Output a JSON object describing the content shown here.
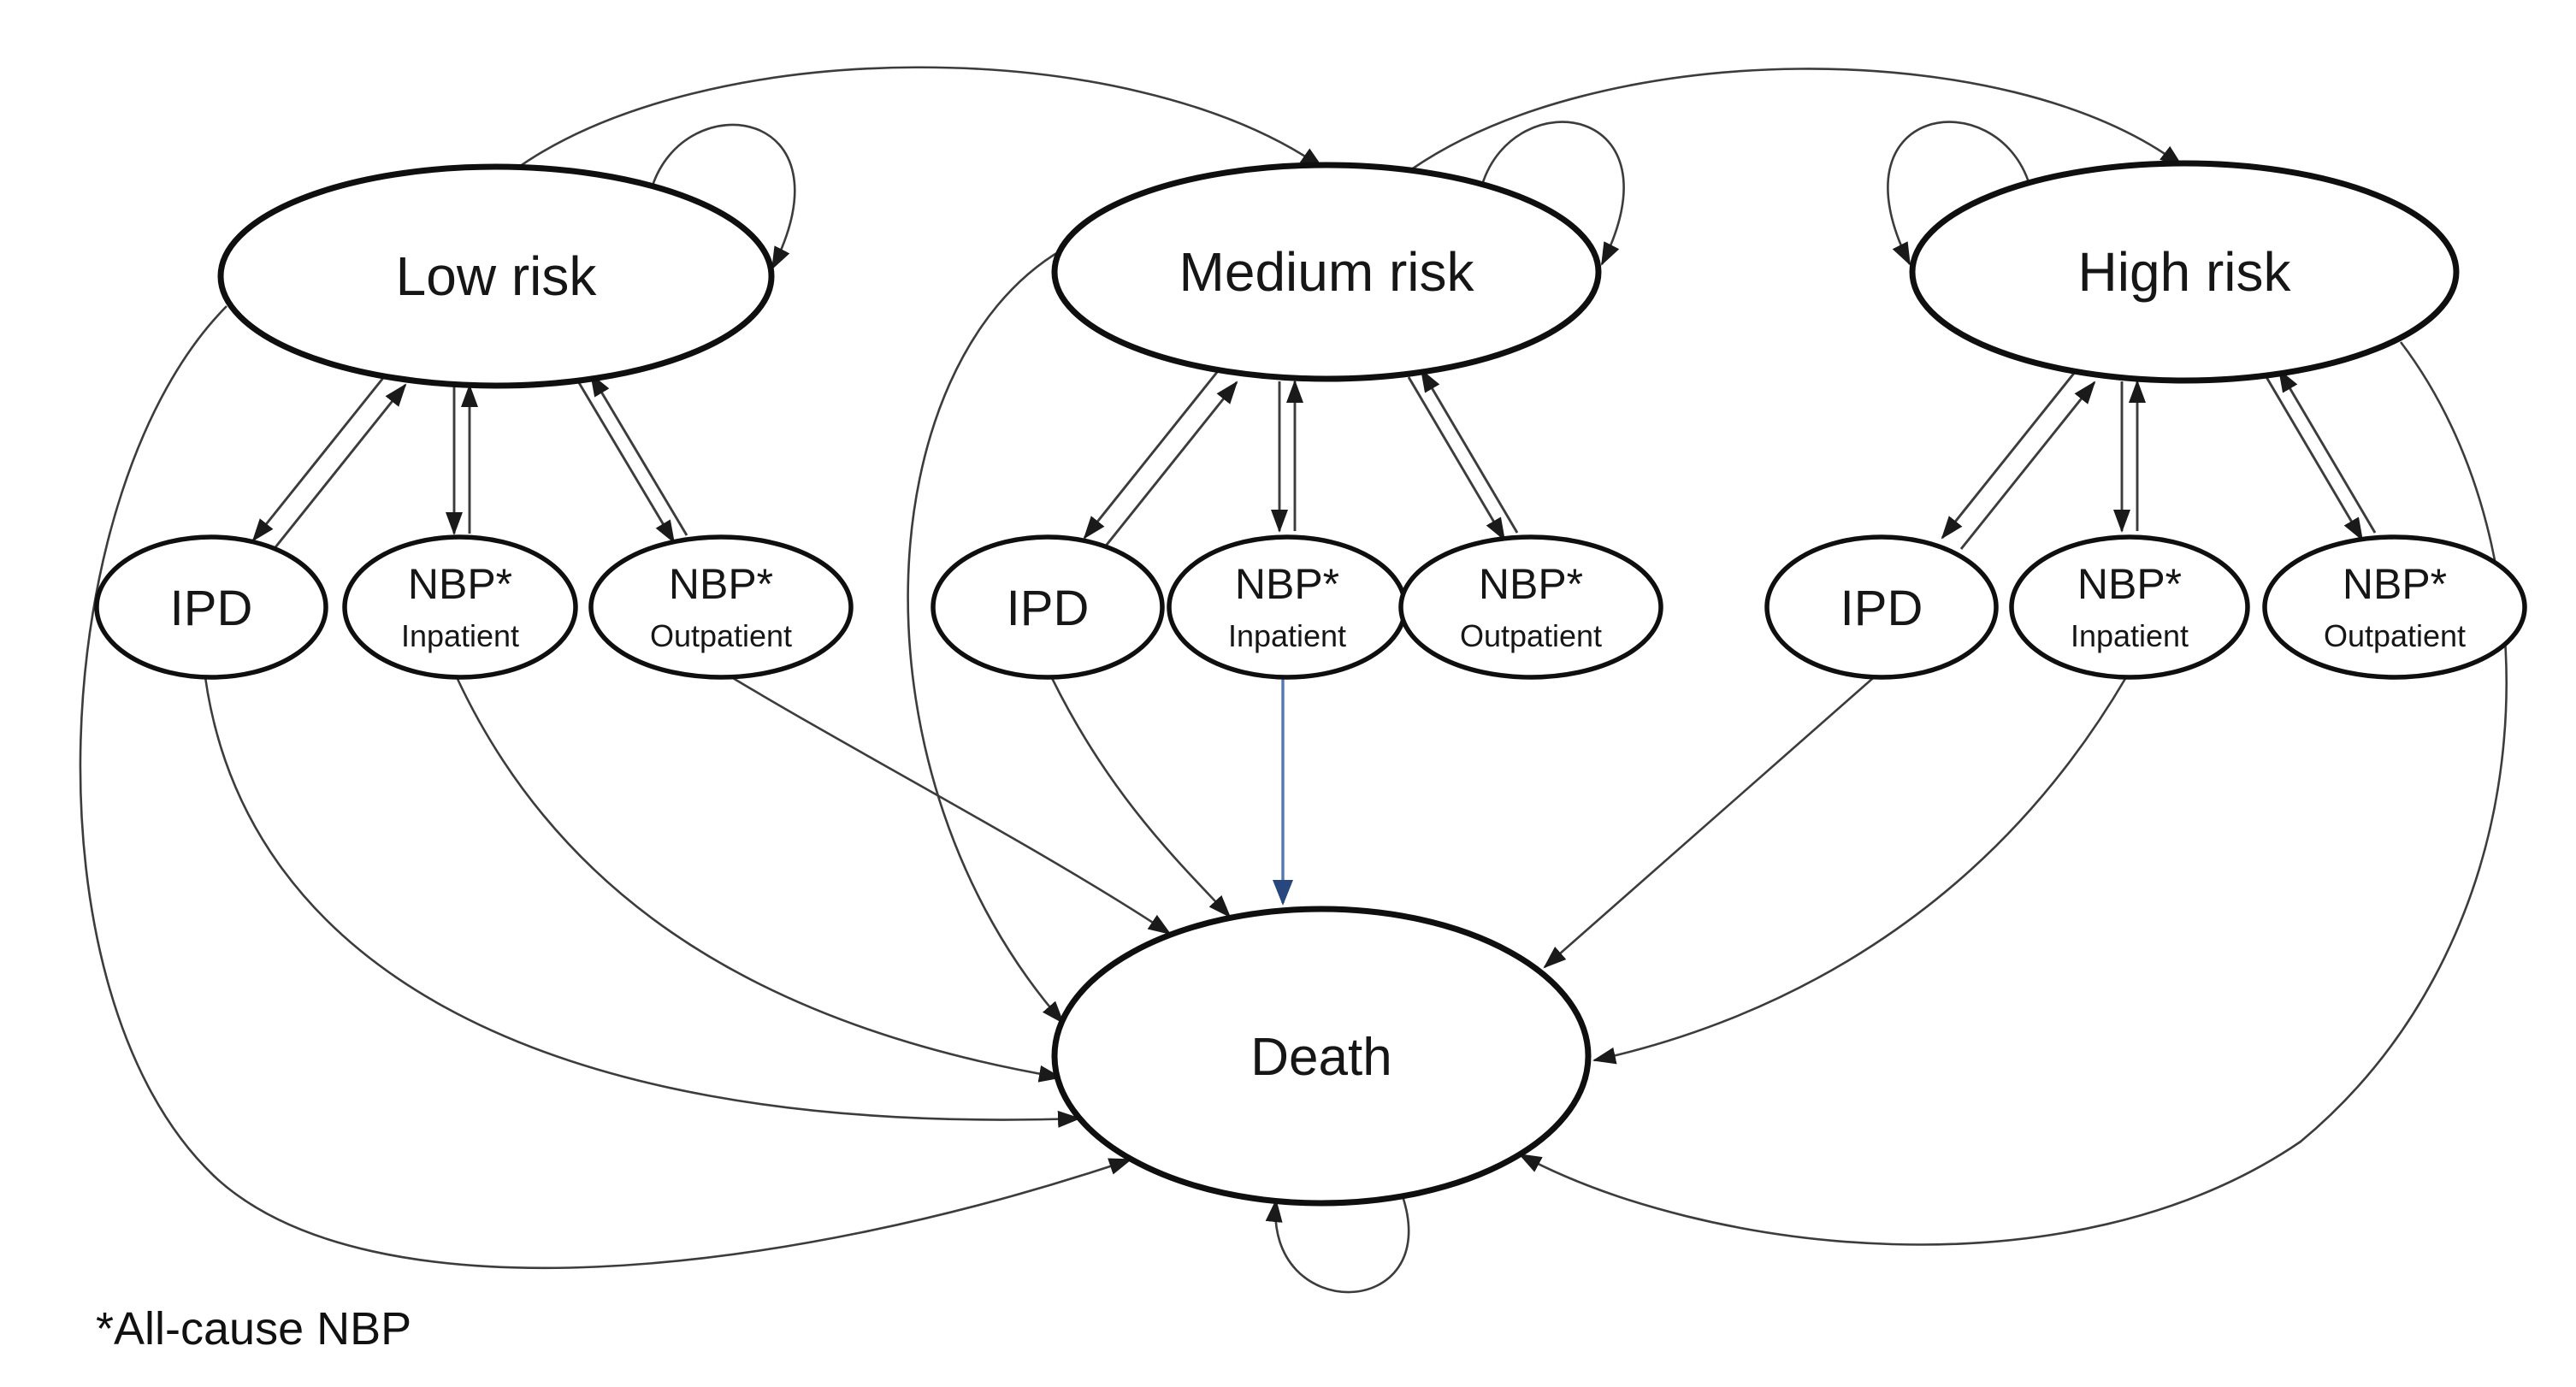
{
  "diagram": {
    "type": "markov-state-transition-model",
    "footnote": "*All-cause NBP",
    "colors": {
      "background": "#ffffff",
      "node_stroke": "#0f0f0f",
      "edge": "#3c3c3c",
      "highlight_edge": "#5578ad",
      "highlight_arrowhead": "#27477e"
    },
    "risk_states": [
      {
        "label": "Low risk"
      },
      {
        "label": "Medium risk"
      },
      {
        "label": "High risk"
      }
    ],
    "absorbing_state": {
      "label": "Death"
    },
    "event_states": {
      "ipd": "IPD",
      "nbp": "NBP*",
      "nbp_inpatient": "Inpatient",
      "nbp_outpatient": "Outpatient"
    },
    "edges": [
      {
        "from": "Low risk",
        "to": "Medium risk"
      },
      {
        "from": "Medium risk",
        "to": "High risk"
      },
      {
        "from": "Low risk",
        "to": "Low risk",
        "type": "self-loop"
      },
      {
        "from": "Medium risk",
        "to": "Medium risk",
        "type": "self-loop"
      },
      {
        "from": "High risk",
        "to": "High risk",
        "type": "self-loop"
      },
      {
        "from": "Death",
        "to": "Death",
        "type": "self-loop"
      },
      {
        "from": "Low risk",
        "to": "IPD (low)",
        "bidirectional": true
      },
      {
        "from": "Low risk",
        "to": "NBP* Inpatient (low)",
        "bidirectional": true
      },
      {
        "from": "Low risk",
        "to": "NBP* Outpatient (low)",
        "bidirectional": true
      },
      {
        "from": "Medium risk",
        "to": "IPD (medium)",
        "bidirectional": true
      },
      {
        "from": "Medium risk",
        "to": "NBP* Inpatient (medium)",
        "bidirectional": true
      },
      {
        "from": "Medium risk",
        "to": "NBP* Outpatient (medium)",
        "bidirectional": true
      },
      {
        "from": "High risk",
        "to": "IPD (high)",
        "bidirectional": true
      },
      {
        "from": "High risk",
        "to": "NBP* Inpatient (high)",
        "bidirectional": true
      },
      {
        "from": "High risk",
        "to": "NBP* Outpatient (high)",
        "bidirectional": true
      },
      {
        "from": "Low risk",
        "to": "Death"
      },
      {
        "from": "IPD (low)",
        "to": "Death"
      },
      {
        "from": "NBP* Inpatient (low)",
        "to": "Death"
      },
      {
        "from": "NBP* Outpatient (low)",
        "to": "Death"
      },
      {
        "from": "Medium risk",
        "to": "Death"
      },
      {
        "from": "IPD (medium)",
        "to": "Death"
      },
      {
        "from": "NBP* Inpatient (medium)",
        "to": "Death",
        "highlighted": true,
        "color": "#5578ad"
      },
      {
        "from": "High risk",
        "to": "Death"
      },
      {
        "from": "IPD (high)",
        "to": "Death"
      },
      {
        "from": "NBP* Inpatient (high)",
        "to": "Death"
      }
    ]
  }
}
